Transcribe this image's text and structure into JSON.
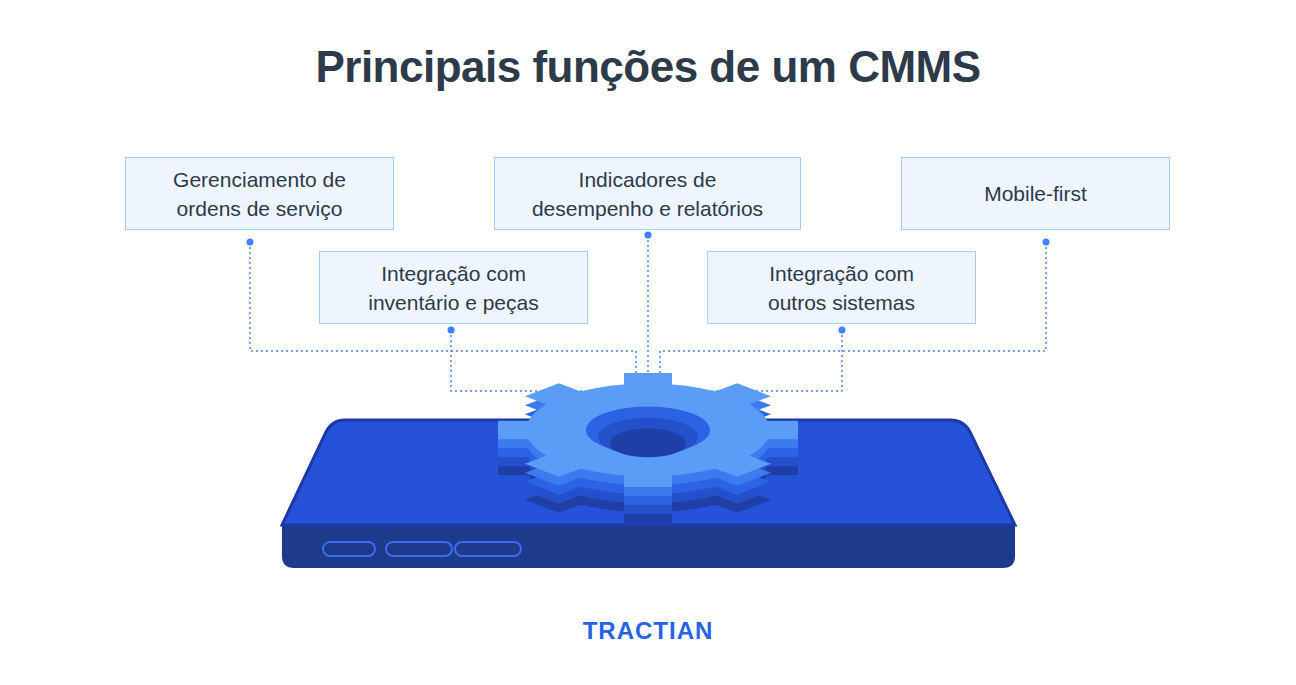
{
  "diagram": {
    "title": "Principais funções de um CMMS",
    "nodes": [
      {
        "text": [
          "Gerenciamento de ordens de serviço"
        ]
      },
      {
        "text": [
          "Integração com inventário e peças"
        ]
      },
      {
        "text": [
          "Indicadores de desempenho e relatórios"
        ]
      },
      {
        "text": [
          "Integração com outros sistemas"
        ]
      },
      {
        "text": [
          "Mobile-first"
        ]
      }
    ],
    "labels": [
      "TRACTIAN"
    ]
  }
}
